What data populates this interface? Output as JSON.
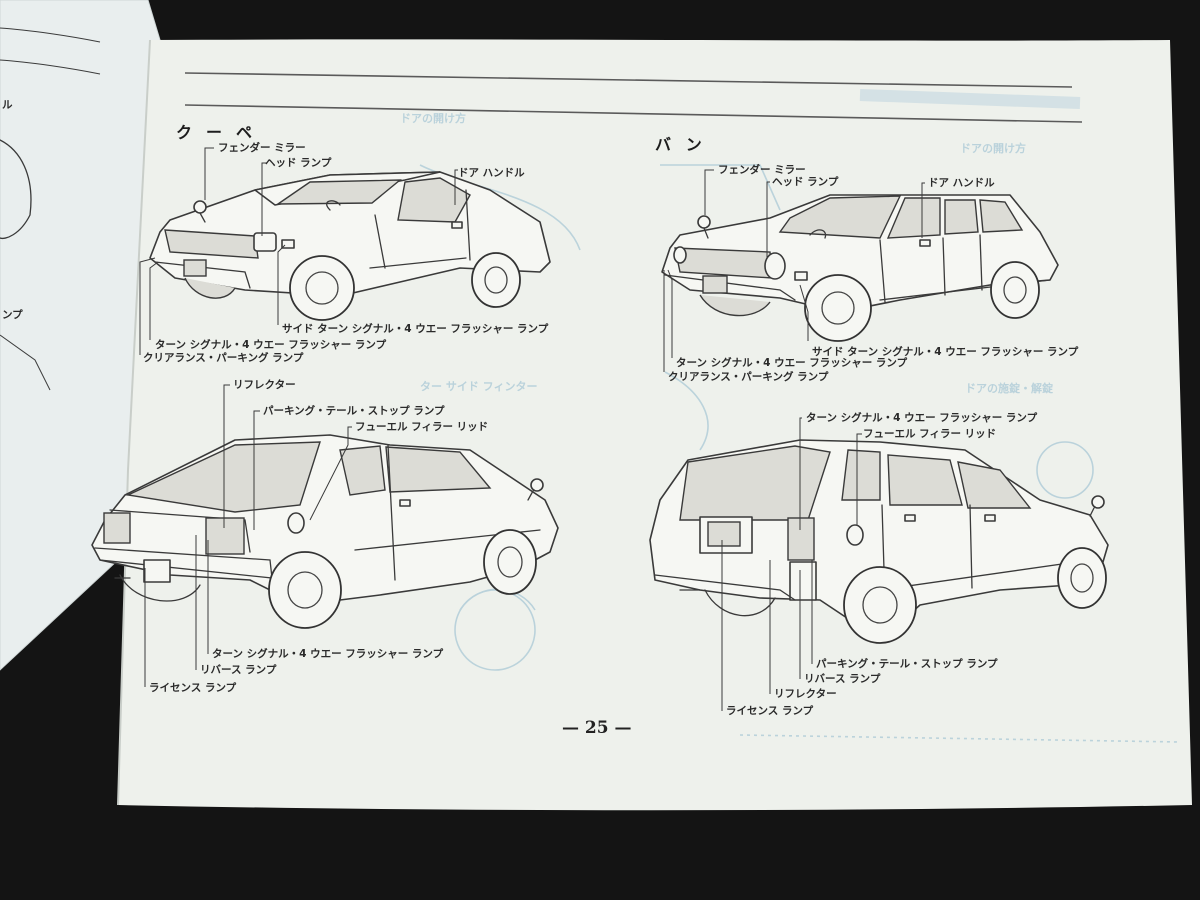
{
  "page": {
    "number": "— 25 —",
    "background_color": "#141414",
    "paper_color": "#eef1ec",
    "ghost_color": "#a9c8d6"
  },
  "left_page_fragments": {
    "text_1": "ル",
    "text_2": "ンプ"
  },
  "sections": {
    "coupe": {
      "title": "クーペ",
      "front_labels": {
        "fender_mirror": "フェンダー ミラー",
        "head_lamp": "ヘッド ランプ",
        "door_handle": "ドア ハンドル",
        "side_turn": "サイド ターン シグナル・4 ウエー フラッシャー ランプ",
        "turn_signal": "ターン シグナル・4 ウエー フラッシャー ランプ",
        "clearance": "クリアランス・パーキング ランプ"
      },
      "rear_labels": {
        "reflector": "リフレクター",
        "parking_tail": "パーキング・テール・ストップ ランプ",
        "fuel_lid": "フューエル フィラー リッド",
        "turn_signal": "ターン シグナル・4 ウエー フラッシャー ランプ",
        "reverse": "リバース ランプ",
        "license": "ライセンス ランプ"
      }
    },
    "van": {
      "title": "バン",
      "front_labels": {
        "fender_mirror": "フェンダー ミラー",
        "head_lamp": "ヘッド ランプ",
        "door_handle": "ドア ハンドル",
        "side_turn": "サイド ターン シグナル・4 ウエー フラッシャー ランプ",
        "turn_signal": "ターン シグナル・4 ウエー フラッシャー ランプ",
        "clearance": "クリアランス・パーキング ランプ"
      },
      "rear_labels": {
        "turn_signal": "ターン シグナル・4 ウエー フラッシャー ランプ",
        "fuel_lid": "フューエル フィラー リッド",
        "parking_tail": "パーキング・テール・ストップ ランプ",
        "reverse": "リバース ランプ",
        "reflector": "リフレクター",
        "license": "ライセンス ランプ"
      }
    }
  }
}
